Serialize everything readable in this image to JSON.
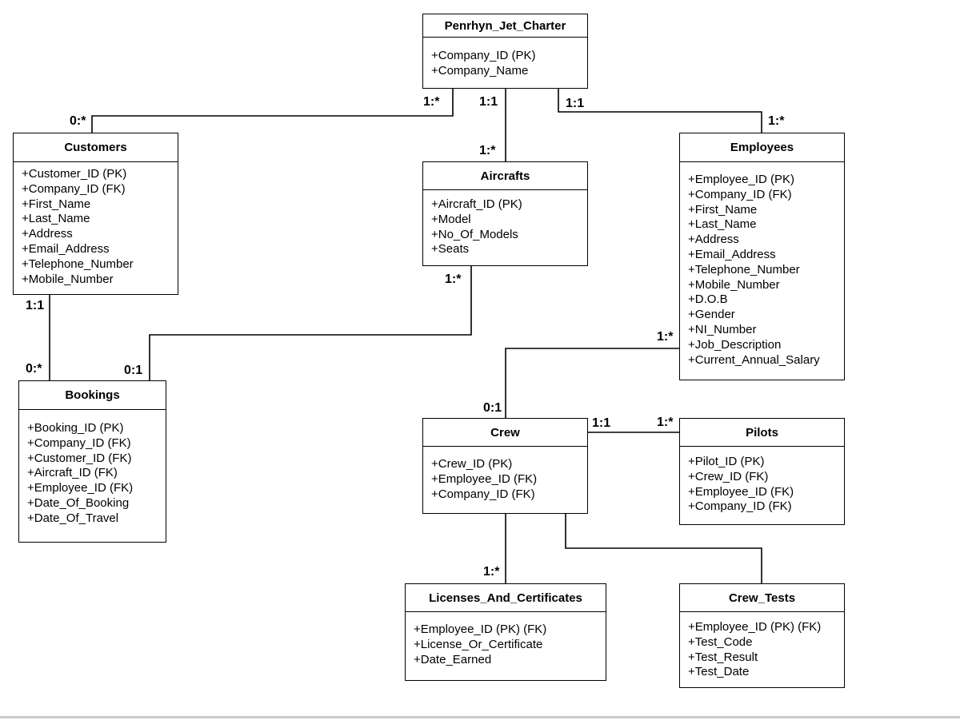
{
  "entities": {
    "penrhyn_jet_charter": {
      "title": "Penrhyn_Jet_Charter",
      "attributes": [
        "+Company_ID (PK)",
        "+Company_Name"
      ]
    },
    "customers": {
      "title": "Customers",
      "attributes": [
        "+Customer_ID (PK)",
        "+Company_ID (FK)",
        "+First_Name",
        "+Last_Name",
        "+Address",
        "+Email_Address",
        "+Telephone_Number",
        "+Mobile_Number"
      ]
    },
    "aircrafts": {
      "title": "Aircrafts",
      "attributes": [
        "+Aircraft_ID (PK)",
        "+Model",
        "+No_Of_Models",
        "+Seats"
      ]
    },
    "employees": {
      "title": "Employees",
      "attributes": [
        "+Employee_ID (PK)",
        "+Company_ID (FK)",
        "+First_Name",
        "+Last_Name",
        "+Address",
        "+Email_Address",
        "+Telephone_Number",
        "+Mobile_Number",
        "+D.O.B",
        "+Gender",
        "+NI_Number",
        "+Job_Description",
        "+Current_Annual_Salary"
      ]
    },
    "bookings": {
      "title": "Bookings",
      "attributes": [
        "+Booking_ID (PK)",
        "+Company_ID (FK)",
        "+Customer_ID (FK)",
        "+Aircraft_ID (FK)",
        "+Employee_ID (FK)",
        "+Date_Of_Booking",
        "+Date_Of_Travel"
      ]
    },
    "crew": {
      "title": "Crew",
      "attributes": [
        "+Crew_ID (PK)",
        "+Employee_ID (FK)",
        "+Company_ID (FK)"
      ]
    },
    "pilots": {
      "title": "Pilots",
      "attributes": [
        "+Pilot_ID (PK)",
        "+Crew_ID (FK)",
        "+Employee_ID (FK)",
        "+Company_ID (FK)"
      ]
    },
    "licenses_and_certificates": {
      "title": "Licenses_And_Certificates",
      "attributes": [
        "+Employee_ID (PK) (FK)",
        "+License_Or_Certificate",
        "+Date_Earned"
      ]
    },
    "crew_tests": {
      "title": "Crew_Tests",
      "attributes": [
        "+Employee_ID (PK) (FK)",
        "+Test_Code",
        "+Test_Result",
        "+Test_Date"
      ]
    }
  },
  "relationships": [
    {
      "from": "penrhyn_jet_charter",
      "to": "customers",
      "from_mult": "1:*",
      "to_mult": "0:*"
    },
    {
      "from": "penrhyn_jet_charter",
      "to": "aircrafts",
      "from_mult": "1:1",
      "to_mult": "1:*"
    },
    {
      "from": "penrhyn_jet_charter",
      "to": "employees",
      "from_mult": "1:1",
      "to_mult": "1:*"
    },
    {
      "from": "customers",
      "to": "bookings",
      "from_mult": "1:1",
      "to_mult": "0:*"
    },
    {
      "from": "aircrafts",
      "to": "bookings",
      "from_mult": "1:*",
      "to_mult": "0:1"
    },
    {
      "from": "employees",
      "to": "crew",
      "from_mult": "1:*",
      "to_mult": "0:1"
    },
    {
      "from": "crew",
      "to": "pilots",
      "from_mult": "1:1",
      "to_mult": "1:*"
    },
    {
      "from": "crew",
      "to": "licenses_and_certificates",
      "from_mult": "",
      "to_mult": "1:*"
    },
    {
      "from": "crew",
      "to": "crew_tests",
      "from_mult": "",
      "to_mult": ""
    }
  ]
}
